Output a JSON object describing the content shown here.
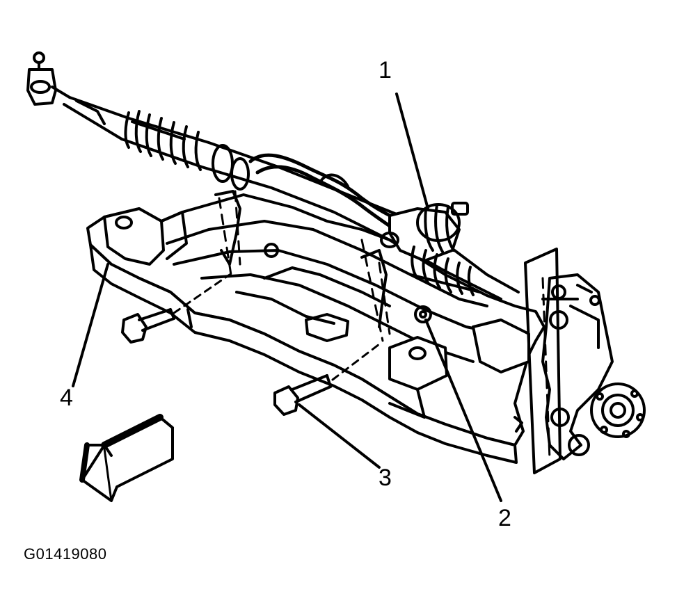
{
  "diagram": {
    "callouts": [
      {
        "id": "1",
        "label": "1"
      },
      {
        "id": "2",
        "label": "2"
      },
      {
        "id": "3",
        "label": "3"
      },
      {
        "id": "4",
        "label": "4"
      }
    ],
    "figure_code": "G01419080",
    "colors": {
      "ink": "#000000",
      "paper": "#ffffff"
    },
    "parts": [
      "steering-gear",
      "mounting-nut",
      "mounting-bolt",
      "crossmember",
      "tie-rod-end",
      "steering-knuckle",
      "wheel-hub",
      "direction-arrow"
    ]
  }
}
